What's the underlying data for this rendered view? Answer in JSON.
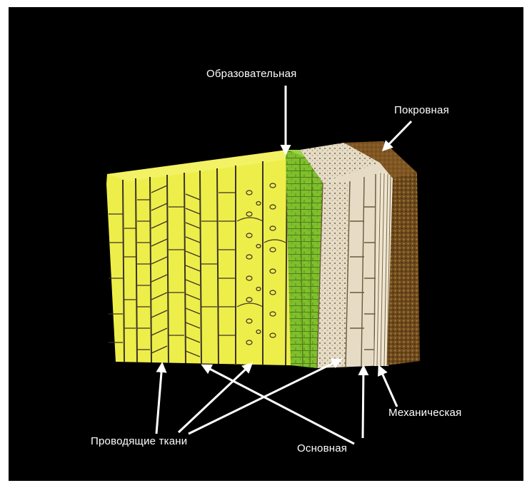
{
  "labels": {
    "formative": "Образовательная",
    "covering": "Покровная",
    "conducting": "Проводящие ткани",
    "ground": "Основная",
    "mechanical": "Механическая"
  },
  "colors": {
    "background": "#000000",
    "conducting_tissue": "#eeee4a",
    "formative_tissue": "#7fbf2c",
    "ground_tissue": "#e6dcc6",
    "covering_tissue": "#6e4a1c",
    "cell_walls": "#3b3326",
    "arrows": "#ffffff"
  }
}
